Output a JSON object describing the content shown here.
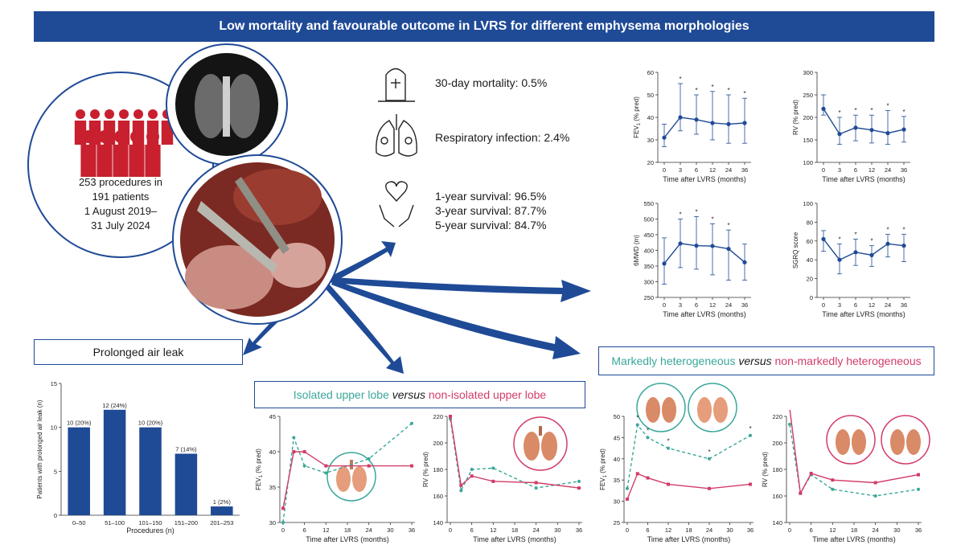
{
  "banner": {
    "title": "Low mortality and favourable outcome in LVRS for different emphysema morphologies"
  },
  "patients": {
    "line1": "253 procedures in",
    "line2": "191 patients",
    "line3": "1 August 2019–",
    "line4": "31 July 2024"
  },
  "outcomes": {
    "mortality": "30-day mortality: 0.5%",
    "infection": "Respiratory infection: 2.4%",
    "survival1": "1-year survival: 96.5%",
    "survival3": "3-year survival: 87.7%",
    "survival5": "5-year survival: 84.7%"
  },
  "sections": {
    "air_leak": "Prolonged air leak",
    "upper_a": "Isolated upper lobe",
    "upper_versus": "versus",
    "upper_b": "non-isolated upper lobe",
    "het_a": "Markedly heterogeneous",
    "het_versus": "versus",
    "het_b": "non-markedly heterogeneous"
  },
  "colors": {
    "navy": "#1f4a96",
    "teal": "#3aa79a",
    "pink": "#d23c68",
    "crowd": "#c8202f"
  },
  "chart_data": [
    {
      "id": "fev1",
      "type": "line",
      "ylabel": "FEV1 (% pred)",
      "xlabel": "Time after LVRS (months)",
      "x": [
        0,
        3,
        6,
        12,
        24,
        36
      ],
      "xticks": [
        "0",
        "3",
        "6",
        "12",
        "24",
        "36"
      ],
      "ylim": [
        20,
        60
      ],
      "yticks": [
        20,
        30,
        40,
        50,
        60
      ],
      "mean": [
        31,
        40,
        39,
        37.5,
        37,
        37.5
      ],
      "lower": [
        27,
        34,
        32.5,
        30,
        28.5,
        28.5
      ],
      "upper": [
        37,
        55,
        50,
        51.5,
        50,
        48.5
      ],
      "significant": [
        false,
        true,
        true,
        true,
        true,
        true
      ]
    },
    {
      "id": "rv",
      "type": "line",
      "ylabel": "RV (% pred)",
      "xlabel": "Time after LVRS (months)",
      "x": [
        0,
        3,
        6,
        12,
        24,
        36
      ],
      "xticks": [
        "0",
        "3",
        "6",
        "12",
        "24",
        "36"
      ],
      "ylim": [
        100,
        300
      ],
      "yticks": [
        100,
        150,
        200,
        250,
        300
      ],
      "mean": [
        219,
        163,
        177,
        172,
        165,
        173
      ],
      "lower": [
        205,
        140,
        148,
        143,
        140,
        145
      ],
      "upper": [
        250,
        200,
        205,
        205,
        215,
        202
      ],
      "significant": [
        false,
        true,
        true,
        true,
        true,
        true
      ]
    },
    {
      "id": "6mwd",
      "type": "line",
      "ylabel": "6MWD (m)",
      "xlabel": "Time after LVRS (months)",
      "x": [
        0,
        3,
        6,
        12,
        24,
        36
      ],
      "xticks": [
        "0",
        "3",
        "6",
        "12",
        "24",
        "36"
      ],
      "ylim": [
        250,
        550
      ],
      "yticks": [
        250,
        300,
        350,
        400,
        450,
        500,
        550
      ],
      "mean": [
        358,
        422,
        415,
        414,
        405,
        362
      ],
      "lower": [
        292,
        345,
        340,
        322,
        305,
        305
      ],
      "upper": [
        440,
        500,
        508,
        485,
        465,
        420
      ],
      "significant": [
        false,
        true,
        true,
        true,
        true,
        false
      ]
    },
    {
      "id": "sgrq",
      "type": "line",
      "ylabel": "SGRQ score",
      "xlabel": "Time after LVRS (months)",
      "x": [
        0,
        3,
        6,
        12,
        24,
        36
      ],
      "xticks": [
        "0",
        "3",
        "6",
        "12",
        "24",
        "36"
      ],
      "ylim": [
        0,
        100
      ],
      "yticks": [
        0,
        20,
        40,
        60,
        80,
        100
      ],
      "mean": [
        62,
        40,
        48,
        45,
        57,
        55
      ],
      "lower": [
        49,
        25,
        34,
        33,
        43,
        38
      ],
      "upper": [
        71,
        57,
        62,
        55,
        67,
        67
      ],
      "significant": [
        false,
        true,
        true,
        true,
        true,
        true
      ]
    },
    {
      "id": "airleak",
      "type": "bar",
      "ylabel": "Patients with prolonged air leak (n)",
      "xlabel": "Procedures (n)",
      "categories": [
        "0–50",
        "51–100",
        "101–150",
        "151–200",
        "201–253"
      ],
      "values": [
        10,
        12,
        10,
        7,
        1
      ],
      "labels": [
        "10 (20%)",
        "12 (24%)",
        "10 (20%)",
        "7 (14%)",
        "1 (2%)"
      ],
      "ylim": [
        0,
        15
      ],
      "yticks": [
        0,
        5,
        10,
        15
      ]
    },
    {
      "id": "upper_fev1",
      "type": "line",
      "ylabel": "FEV1 (% pred)",
      "xlabel": "Time after LVRS (months)",
      "x": [
        0,
        3,
        6,
        12,
        24,
        36
      ],
      "xticks": [
        "0",
        "6",
        "12",
        "18",
        "24",
        "30",
        "36"
      ],
      "xtickvals": [
        0,
        6,
        12,
        18,
        24,
        30,
        36
      ],
      "ylim": [
        30,
        45
      ],
      "yticks": [
        30,
        35,
        40,
        45
      ],
      "series": [
        {
          "name": "Isolated upper lobe",
          "color": "#3aa79a",
          "dashed": true,
          "values": [
            30,
            42,
            38,
            37,
            39,
            44
          ]
        },
        {
          "name": "Non-isolated upper lobe",
          "color": "#d23c68",
          "dashed": false,
          "values": [
            32,
            40,
            40,
            38,
            38,
            38
          ]
        }
      ]
    },
    {
      "id": "upper_rv",
      "type": "line",
      "ylabel": "RV (% pred)",
      "xlabel": "Time after LVRS (months)",
      "x": [
        0,
        3,
        6,
        12,
        24,
        36
      ],
      "xticks": [
        "0",
        "6",
        "12",
        "18",
        "24",
        "30",
        "36"
      ],
      "xtickvals": [
        0,
        6,
        12,
        18,
        24,
        30,
        36
      ],
      "ylim": [
        140,
        220
      ],
      "yticks": [
        140,
        160,
        180,
        200,
        220
      ],
      "series": [
        {
          "name": "Isolated upper lobe",
          "color": "#3aa79a",
          "dashed": true,
          "values": [
            218,
            164,
            180,
            181,
            166,
            171
          ]
        },
        {
          "name": "Non-isolated upper lobe",
          "color": "#d23c68",
          "dashed": false,
          "values": [
            220,
            168,
            175,
            171,
            170,
            166
          ]
        }
      ]
    },
    {
      "id": "het_fev1",
      "type": "line",
      "ylabel": "FEV1 (% pred)",
      "xlabel": "Time after LVRS (months)",
      "x": [
        0,
        3,
        6,
        12,
        24,
        36
      ],
      "xticks": [
        "0",
        "6",
        "12",
        "18",
        "24",
        "30",
        "36"
      ],
      "xtickvals": [
        0,
        6,
        12,
        18,
        24,
        30,
        36
      ],
      "ylim": [
        25,
        50
      ],
      "yticks": [
        25,
        30,
        35,
        40,
        45,
        50
      ],
      "significant": [
        false,
        true,
        true,
        true,
        true,
        true
      ],
      "series": [
        {
          "name": "Markedly heterogeneous",
          "color": "#3aa79a",
          "dashed": true,
          "values": [
            33,
            48,
            45,
            42.5,
            40,
            45.5
          ]
        },
        {
          "name": "Non-markedly heterogeneous",
          "color": "#d23c68",
          "dashed": false,
          "values": [
            30.5,
            36.5,
            35.5,
            34,
            33,
            34
          ]
        }
      ]
    },
    {
      "id": "het_rv",
      "type": "line",
      "ylabel": "RV (% pred)",
      "xlabel": "Time after LVRS (months)",
      "x": [
        0,
        3,
        6,
        12,
        24,
        36
      ],
      "xticks": [
        "0",
        "6",
        "12",
        "18",
        "24",
        "30",
        "36"
      ],
      "xtickvals": [
        0,
        6,
        12,
        18,
        24,
        30,
        36
      ],
      "ylim": [
        140,
        220
      ],
      "yticks": [
        140,
        160,
        180,
        200,
        220
      ],
      "series": [
        {
          "name": "Markedly heterogeneous",
          "color": "#3aa79a",
          "dashed": true,
          "values": [
            214,
            162,
            176,
            165,
            160,
            165
          ]
        },
        {
          "name": "Non-markedly heterogeneous",
          "color": "#d23c68",
          "dashed": false,
          "values": [
            226,
            162,
            177,
            172,
            170,
            176
          ]
        }
      ]
    }
  ]
}
